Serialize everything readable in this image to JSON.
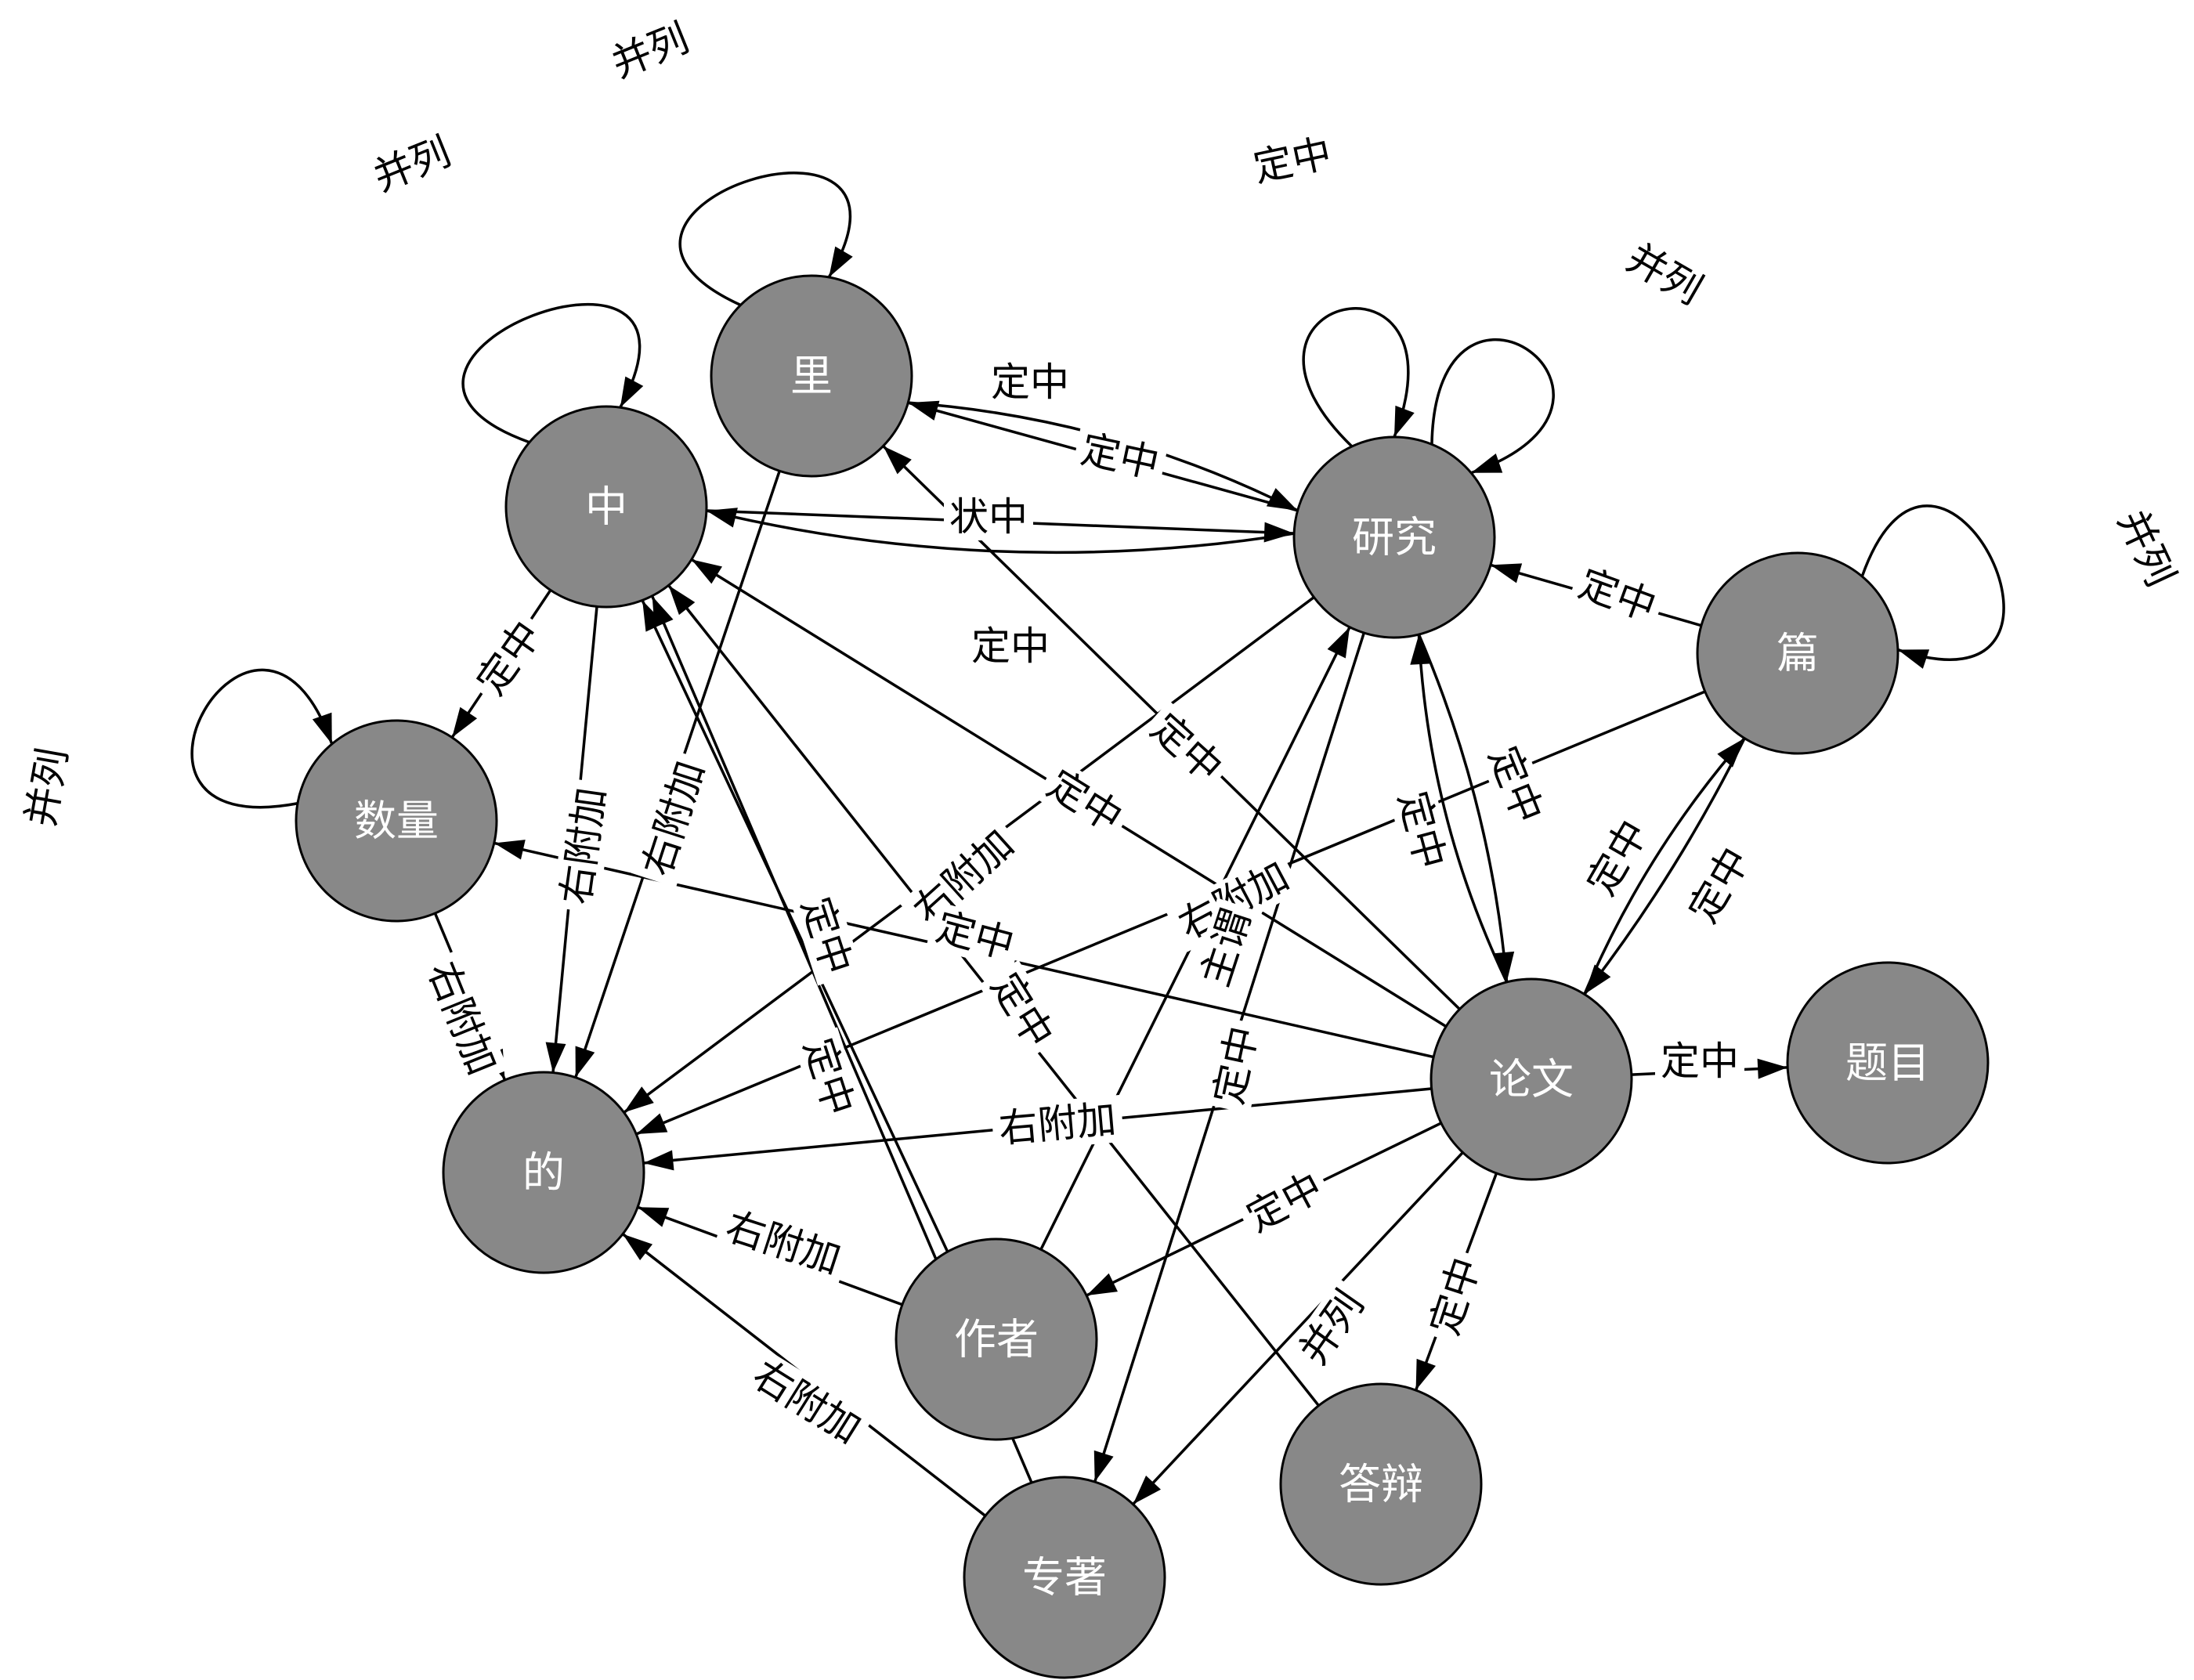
{
  "colors": {
    "node_fill": "#888888",
    "node_stroke": "#000000",
    "node_text": "#ffffff",
    "edge": "#000000",
    "background": "#ffffff"
  },
  "nodes": [
    {
      "id": "li",
      "label": "里"
    },
    {
      "id": "zhong",
      "label": "中"
    },
    {
      "id": "yanjiu",
      "label": "研究"
    },
    {
      "id": "pian",
      "label": "篇"
    },
    {
      "id": "shuliang",
      "label": "数量"
    },
    {
      "id": "de",
      "label": "的"
    },
    {
      "id": "lunwen",
      "label": "论文"
    },
    {
      "id": "timu",
      "label": "题目"
    },
    {
      "id": "zuozhe",
      "label": "作者"
    },
    {
      "id": "dabian",
      "label": "答辩"
    },
    {
      "id": "zhuanzhu",
      "label": "专著"
    }
  ],
  "edges": [
    {
      "from": "zhong",
      "to": "zhong",
      "label": "并列"
    },
    {
      "from": "li",
      "to": "li",
      "label": "并列"
    },
    {
      "from": "yanjiu",
      "to": "yanjiu",
      "label": "定中"
    },
    {
      "from": "yanjiu",
      "to": "yanjiu",
      "label": "并列"
    },
    {
      "from": "pian",
      "to": "pian",
      "label": "并列"
    },
    {
      "from": "shuliang",
      "to": "shuliang",
      "label": "并列"
    },
    {
      "from": "li",
      "to": "yanjiu",
      "label": "定中"
    },
    {
      "from": "yanjiu",
      "to": "li",
      "label": "定中"
    },
    {
      "from": "zhong",
      "to": "yanjiu",
      "label": "状中"
    },
    {
      "from": "yanjiu",
      "to": "zhong",
      "label": "定中"
    },
    {
      "from": "pian",
      "to": "yanjiu",
      "label": "定中"
    },
    {
      "from": "lunwen",
      "to": "li",
      "label": "定中"
    },
    {
      "from": "lunwen",
      "to": "zhong",
      "label": "定中"
    },
    {
      "from": "zhong",
      "to": "shuliang",
      "label": "定中"
    },
    {
      "from": "zhong",
      "to": "de",
      "label": "右附加"
    },
    {
      "from": "li",
      "to": "de",
      "label": "右附加"
    },
    {
      "from": "shuliang",
      "to": "de",
      "label": "右附加"
    },
    {
      "from": "yanjiu",
      "to": "de",
      "label": "右附加"
    },
    {
      "from": "pian",
      "to": "de",
      "label": "右附加"
    },
    {
      "from": "lunwen",
      "to": "de",
      "label": "右附加"
    },
    {
      "from": "zuozhe",
      "to": "de",
      "label": "右附加"
    },
    {
      "from": "zhuanzhu",
      "to": "de",
      "label": "右附加"
    },
    {
      "from": "yanjiu",
      "to": "lunwen",
      "label": "定中"
    },
    {
      "from": "lunwen",
      "to": "yanjiu",
      "label": "定中"
    },
    {
      "from": "lunwen",
      "to": "pian",
      "label": "定中"
    },
    {
      "from": "pian",
      "to": "lunwen",
      "label": "定中"
    },
    {
      "from": "lunwen",
      "to": "timu",
      "label": "定中"
    },
    {
      "from": "lunwen",
      "to": "shuliang",
      "label": "定中"
    },
    {
      "from": "lunwen",
      "to": "zuozhe",
      "label": "定中"
    },
    {
      "from": "lunwen",
      "to": "dabian",
      "label": "定中"
    },
    {
      "from": "lunwen",
      "to": "zhuanzhu",
      "label": "并列"
    },
    {
      "from": "zuozhe",
      "to": "zhong",
      "label": "定中"
    },
    {
      "from": "zhuanzhu",
      "to": "zhong",
      "label": "定中"
    },
    {
      "from": "dabian",
      "to": "zhong",
      "label": "定中"
    },
    {
      "from": "zuozhe",
      "to": "yanjiu",
      "label": "主谓"
    },
    {
      "from": "yanjiu",
      "to": "zhuanzhu",
      "label": "定中"
    }
  ]
}
